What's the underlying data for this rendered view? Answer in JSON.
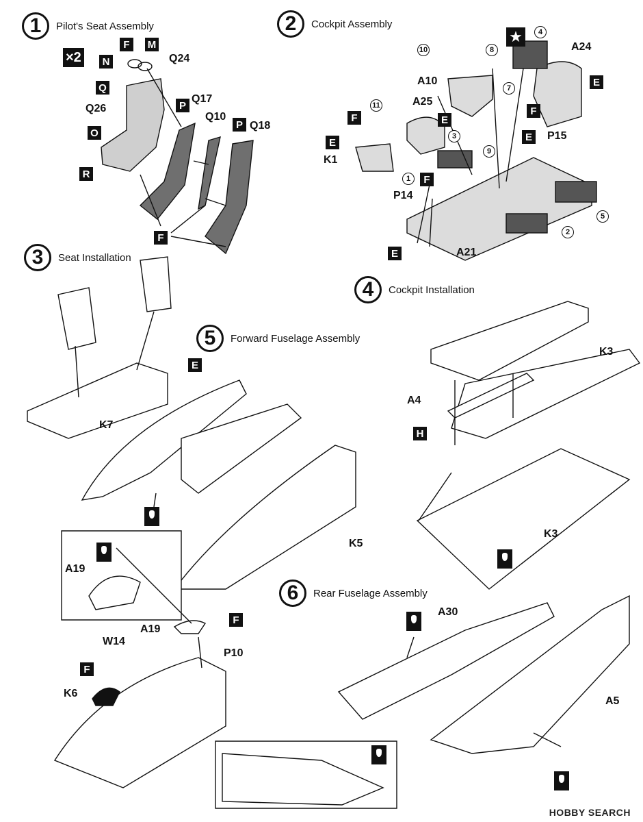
{
  "steps": [
    {
      "num": "1",
      "title": "Pilot's Seat Assembly"
    },
    {
      "num": "2",
      "title": "Cockpit Assembly"
    },
    {
      "num": "3",
      "title": "Seat Installation"
    },
    {
      "num": "4",
      "title": "Cockpit Installation"
    },
    {
      "num": "5",
      "title": "Forward Fuselage Assembly"
    },
    {
      "num": "6",
      "title": "Rear Fuselage Assembly"
    }
  ],
  "step1": {
    "multiplier": "×2",
    "box_labels": [
      "F",
      "M",
      "N",
      "Q",
      "O",
      "R",
      "P",
      "P",
      "F"
    ],
    "part_labels": [
      "Q24",
      "Q26",
      "Q17",
      "Q10",
      "Q18"
    ]
  },
  "step2": {
    "box_labels": [
      "E",
      "F",
      "E",
      "F",
      "F",
      "E",
      "E",
      "E"
    ],
    "part_labels": [
      "A24",
      "A10",
      "A25",
      "P15",
      "K1",
      "P14",
      "A21"
    ],
    "circled": [
      "4",
      "10",
      "8",
      "7",
      "11",
      "3",
      "9",
      "1",
      "5",
      "2"
    ]
  },
  "step4": {
    "part_labels": [
      "K3",
      "A4",
      "K3"
    ],
    "box_labels": [
      "H"
    ]
  },
  "step5": {
    "part_labels": [
      "K7",
      "K5",
      "A19",
      "W14",
      "A19",
      "K6",
      "P10"
    ],
    "box_labels": [
      "E",
      "F",
      "F"
    ]
  },
  "step6": {
    "part_labels": [
      "A30",
      "A5"
    ]
  },
  "watermark": "HOBBY SEARCH"
}
